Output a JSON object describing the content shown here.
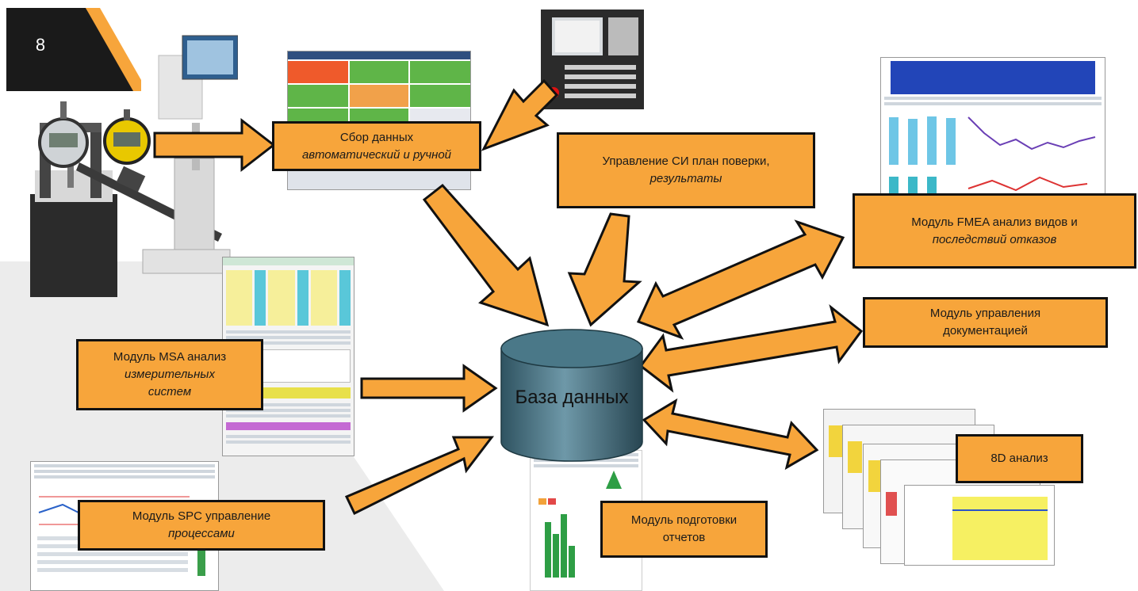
{
  "slide_number": "8",
  "database_label": "База данных",
  "boxes": {
    "data_collection": {
      "line1": "Сбор данных",
      "line2": "автоматический и ручной"
    },
    "si_management": {
      "line1": "Управление СИ план поверки,",
      "line2": "результаты"
    },
    "fmea": {
      "line1": "Модуль FMEA анализ видов и",
      "line2": "последствий отказов"
    },
    "documentation": {
      "line1": "Модуль управления",
      "line2": "документацией"
    },
    "msa": {
      "line1": "Модуль MSA анализ",
      "line2": "измерительных",
      "line3": "систем"
    },
    "spc": {
      "line1": "Модуль SPC управление",
      "line2": "процессами"
    },
    "reports": {
      "line1": "Модуль подготовки",
      "line2": "отчетов"
    },
    "eight_d": {
      "line1": "8D анализ"
    }
  },
  "colors": {
    "box_fill": "#f7a53b",
    "arrow_fill": "#f7a53b",
    "outline": "#111111",
    "cylinder": "#4d7585"
  }
}
